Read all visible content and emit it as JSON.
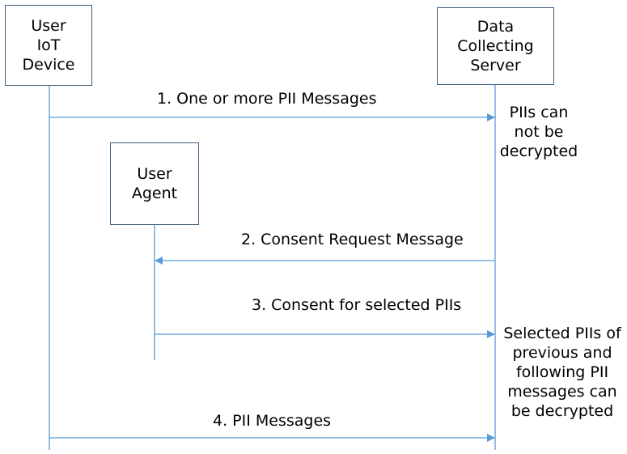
{
  "participants": {
    "device": "User\nIoT\nDevice",
    "server": "Data\nCollecting\nServer",
    "agent": "User\nAgent"
  },
  "messages": {
    "m1": "1. One or more PII Messages",
    "m2": "2. Consent Request Message",
    "m3": "3. Consent for selected PIIs",
    "m4": "4. PII Messages"
  },
  "notes": {
    "n1": "PIIs can\nnot be\ndecrypted",
    "n2": "Selected PIIs of\nprevious and\nfollowing PII\nmessages can\nbe decrypted"
  },
  "colors": {
    "line": "#5b9bd5",
    "box_border": "#3f5f7f"
  }
}
